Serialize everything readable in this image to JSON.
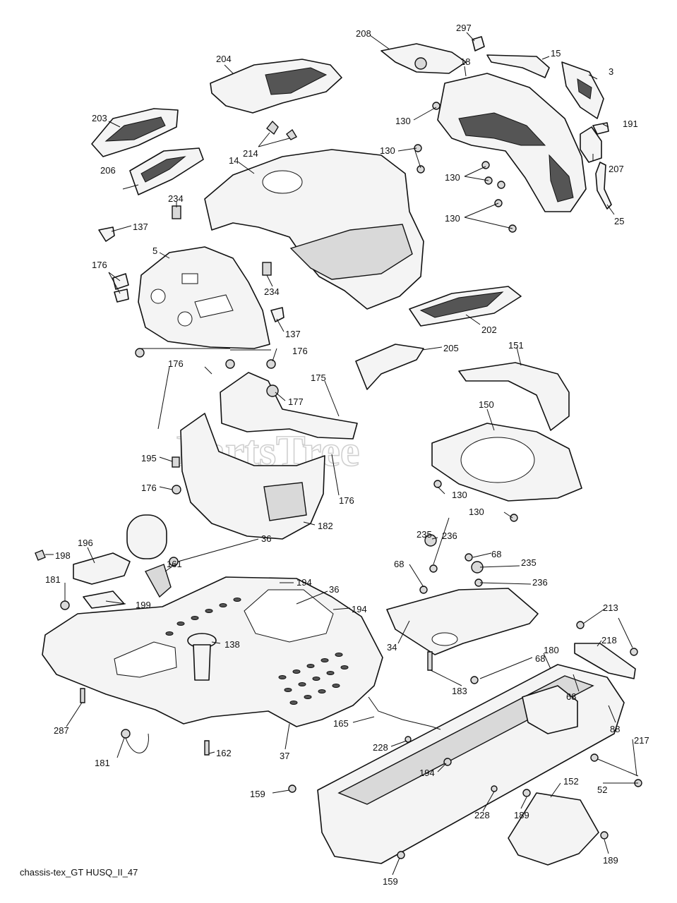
{
  "watermark": "PartsTree",
  "caption": "chassis-tex_GT HUSQ_II_47",
  "callouts": {
    "c297": "297",
    "c208": "208",
    "c18": "18",
    "c15": "15",
    "c3": "3",
    "c204": "204",
    "c203": "203",
    "c214": "214",
    "c191": "191",
    "c130a": "130",
    "c130b": "130",
    "c130c": "130",
    "c130d": "130",
    "c207": "207",
    "c14": "14",
    "c206": "206",
    "c25": "25",
    "c234a": "234",
    "c137a": "137",
    "c5": "5",
    "c176a": "176",
    "c234b": "234",
    "c202": "202",
    "c137b": "137",
    "c176b": "176",
    "c205": "205",
    "c151": "151",
    "c176c": "176",
    "c175": "175",
    "c177": "177",
    "c150": "150",
    "c195": "195",
    "c176d": "176",
    "c130e": "130",
    "c176e": "176",
    "c130f": "130",
    "c182": "182",
    "c235a": "235",
    "c236a": "236",
    "c198": "198",
    "c196": "196",
    "c36a": "36",
    "c68a": "68",
    "c68b": "68",
    "c235b": "235",
    "c161": "161",
    "c181a": "181",
    "c194a": "194",
    "c36b": "36",
    "c236b": "236",
    "c199": "199",
    "c194b": "194",
    "c213": "213",
    "c34": "34",
    "c138": "138",
    "c218": "218",
    "c180": "180",
    "c68c": "68",
    "c183": "183",
    "c68d": "68",
    "c287": "287",
    "c165": "165",
    "c88": "88",
    "c217": "217",
    "c228a": "228",
    "c181b": "181",
    "c162": "162",
    "c37": "37",
    "c194c": "194",
    "c52": "52",
    "c159a": "159",
    "c152": "152",
    "c228b": "228",
    "c189a": "189",
    "c189b": "189",
    "c159b": "159"
  }
}
